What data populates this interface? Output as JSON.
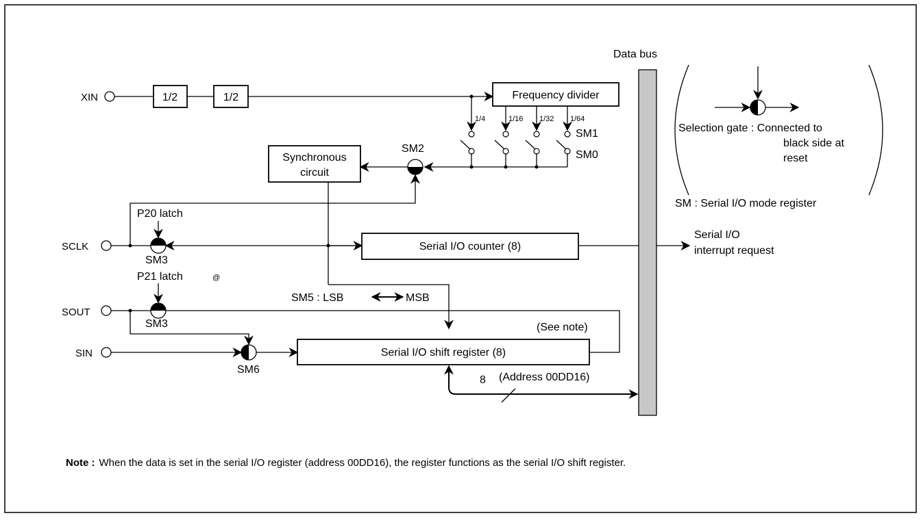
{
  "title": "",
  "colors": {
    "stroke": "#000000",
    "bus_fill": "#c8c8c8",
    "background": "#ffffff"
  },
  "labels": {
    "data_bus": "Data bus",
    "xin": "XIN",
    "div1": "1/2",
    "div2": "1/2",
    "freq_divider": "Frequency divider",
    "tap_1_4": "1/4",
    "tap_1_16": "1/16",
    "tap_1_32": "1/32",
    "tap_1_64": "1/64",
    "sm1": "SM1",
    "sm0": "SM0",
    "sm2": "SM2",
    "sync_line1": "Synchronous",
    "sync_line2": "circuit",
    "p20_latch": "P20 latch",
    "sclk": "SCLK",
    "sm3_a": "SM3",
    "p21_latch": "P21 latch",
    "at_mark": "@",
    "counter": "Serial I/O counter (8)",
    "serial_io": "Serial I/O",
    "interrupt_request": "interrupt request",
    "sm5": "SM5 : LSB",
    "msb": "MSB",
    "sout": "SOUT",
    "sm3_b": "SM3",
    "sin": "SIN",
    "sm6": "SM6",
    "see_note": "(See note)",
    "shift_register": "Serial I/O shift register (8)",
    "bus_width": "8",
    "address": "(Address 00DD16)",
    "legend_gate": "Selection gate : Connected to",
    "legend_gate_2": "black side at",
    "legend_gate_3": "reset",
    "legend_sm": "SM : Serial I/O mode register"
  },
  "note": {
    "prefix": "Note :",
    "text": "When the data is set in the serial I/O register (address 00DD16), the register functions as the serial I/O shift register."
  }
}
